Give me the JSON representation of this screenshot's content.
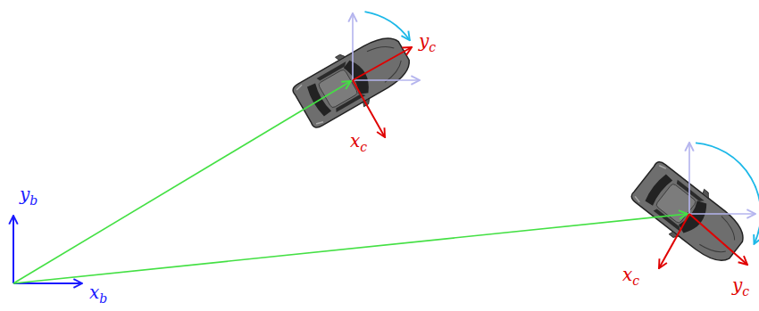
{
  "diagram": {
    "labels": [
      "yb",
      "xb",
      "yc",
      "xc",
      "xc",
      "yc"
    ]
  }
}
